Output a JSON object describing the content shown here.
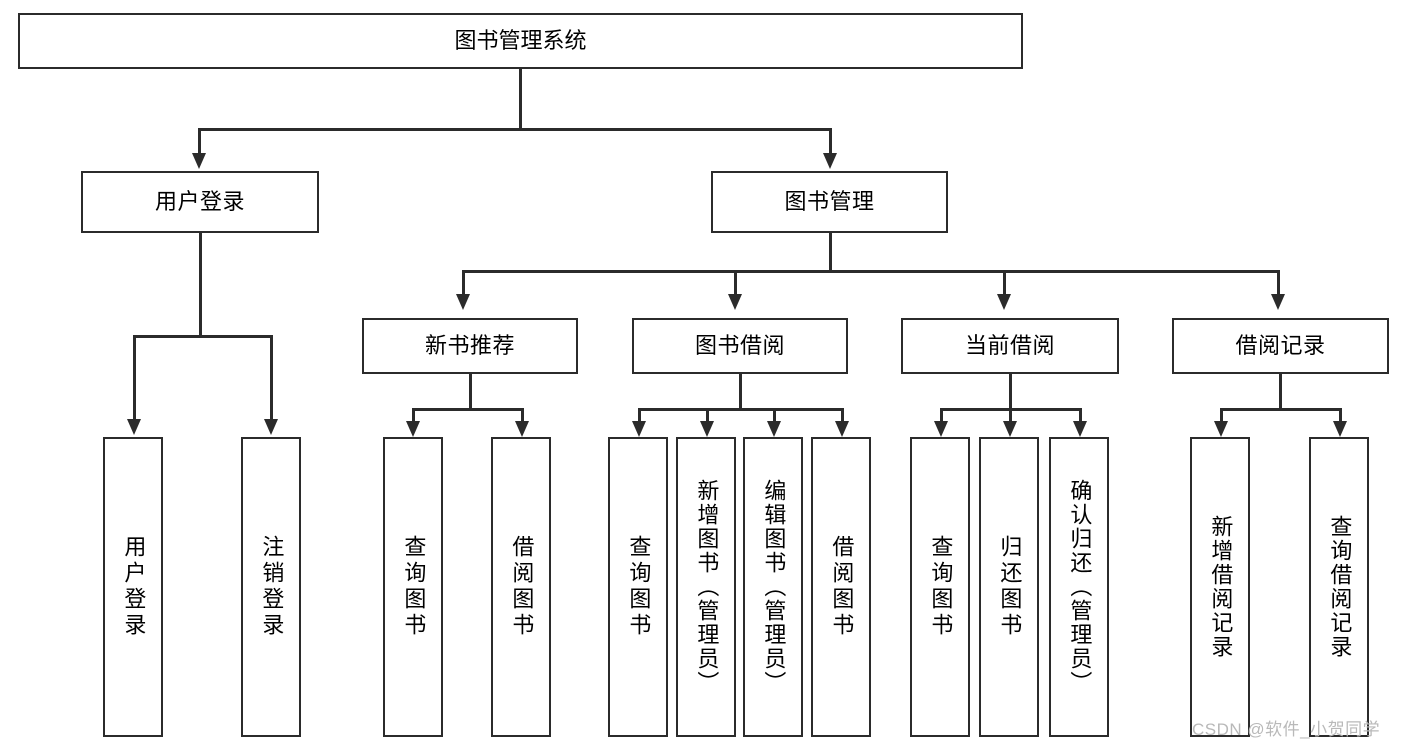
{
  "diagram": {
    "title": "图书管理系统",
    "type": "hierarchy-tree",
    "root": {
      "label": "图书管理系统"
    },
    "level2": [
      {
        "label": "用户登录"
      },
      {
        "label": "图书管理"
      }
    ],
    "level3": [
      {
        "label": "新书推荐"
      },
      {
        "label": "图书借阅"
      },
      {
        "label": "当前借阅"
      },
      {
        "label": "借阅记录"
      }
    ],
    "leaves": {
      "user_login": [
        {
          "label": "用户登录"
        },
        {
          "label": "注销登录"
        }
      ],
      "new_book_recommend": [
        {
          "label": "查询图书"
        },
        {
          "label": "借阅图书"
        }
      ],
      "book_borrow": [
        {
          "label": "查询图书"
        },
        {
          "label": "新增图书（管理员）"
        },
        {
          "label": "编辑图书（管理员）"
        },
        {
          "label": "借阅图书"
        }
      ],
      "current_borrow": [
        {
          "label": "查询图书"
        },
        {
          "label": "归还图书"
        },
        {
          "label": "确认归还（管理员）"
        }
      ],
      "borrow_record": [
        {
          "label": "新增借阅记录"
        },
        {
          "label": "查询借阅记录"
        }
      ]
    }
  },
  "watermark": {
    "text": "CSDN @软件_小贺同学"
  },
  "colors": {
    "stroke": "#2b2b2b",
    "fill": "#ffffff",
    "text": "#000000",
    "watermark": "#b9b9b9"
  }
}
